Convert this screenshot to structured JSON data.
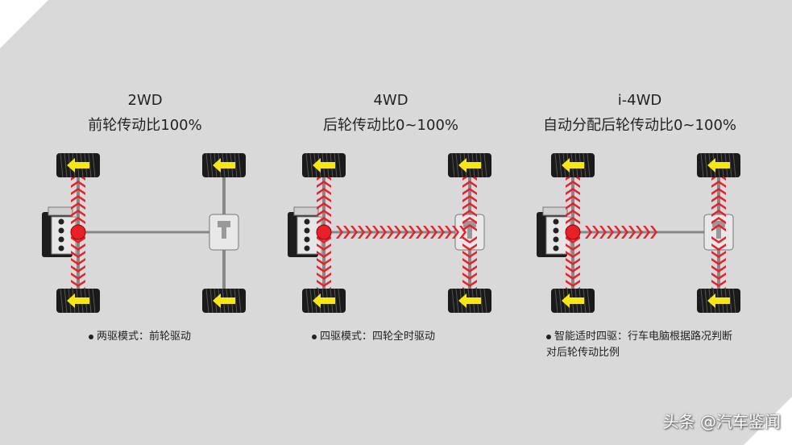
{
  "panels": [
    {
      "title": "2WD",
      "subtitle": "前轮传动比100%",
      "caption_lines": [
        "两驱模式：前轮驱动"
      ],
      "mode": "2wd"
    },
    {
      "title": "4WD",
      "subtitle": "后轮传动比0~100%",
      "caption_lines": [
        "四驱模式：四轮全时驱动"
      ],
      "mode": "4wd"
    },
    {
      "title": "i-4WD",
      "subtitle": "自动分配后轮传动比0~100%",
      "caption_lines": [
        "智能适时四驱：行车电脑根据路况判断",
        "对后轮传动比例"
      ],
      "mode": "i4wd"
    }
  ],
  "watermark": "头条 @汽车鉴闻",
  "colors": {
    "arrow_red": "#e8202a",
    "wheel_arrow": "#f5e614",
    "tire": "#1a1a1a",
    "background": "#d9d9d9"
  }
}
